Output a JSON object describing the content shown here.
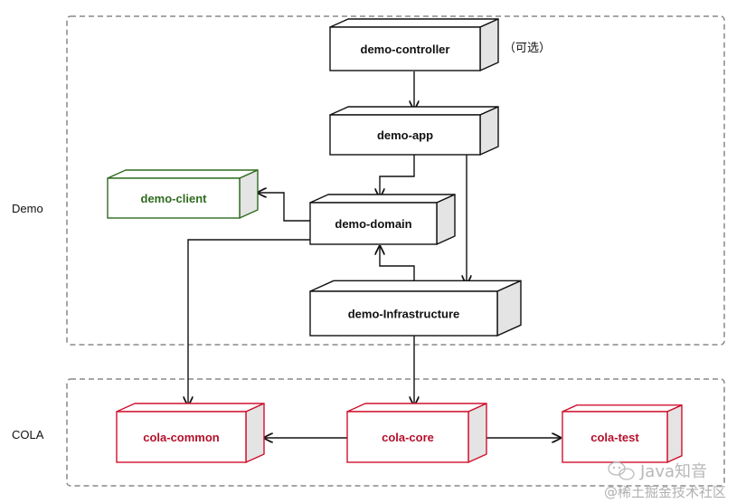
{
  "groups": {
    "demo": "Demo",
    "cola": "COLA"
  },
  "nodes": {
    "controller": "demo-controller",
    "optional": "（可选）",
    "app": "demo-app",
    "client": "demo-client",
    "domain": "demo-domain",
    "infrastructure": "demo-Infrastructure",
    "cola_common": "cola-common",
    "cola_core": "cola-core",
    "cola_test": "cola-test"
  },
  "watermark": {
    "brand": "Java知音",
    "community": "@稀土掘金技术社区"
  },
  "colors": {
    "default_border": "#111111",
    "client_border": "#2e6b1f",
    "client_text": "#2e6b1f",
    "cola_border": "#d0102e",
    "cola_text": "#b5102a",
    "side_fill": "#e4e4e4",
    "group_border": "#888888"
  }
}
